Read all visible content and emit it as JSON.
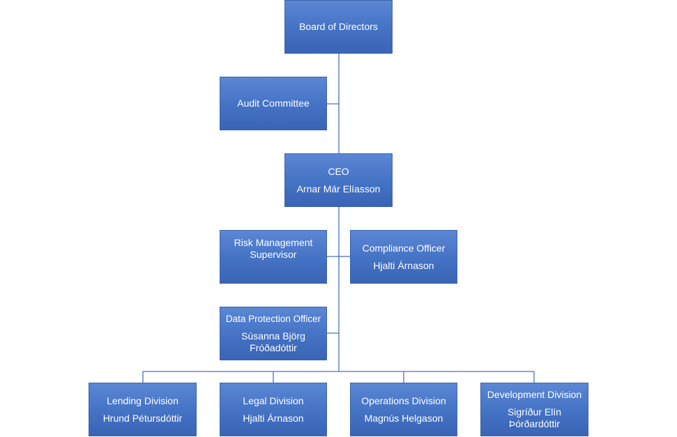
{
  "org": {
    "board": {
      "title": "Board of Directors"
    },
    "audit": {
      "title": "Audit Committee"
    },
    "ceo": {
      "title": "CEO",
      "name": "Arnar Már Elíasson"
    },
    "risk": {
      "title": "Risk Management Supervisor"
    },
    "compliance": {
      "title": "Compliance Officer",
      "name": "Hjalti Árnason"
    },
    "dpo": {
      "title": "Data Protection Officer",
      "name": "Súsanna Björg Fróðadóttir"
    },
    "lending": {
      "title": "Lending Division",
      "name": "Hrund Pétursdóttir"
    },
    "legal": {
      "title": "Legal Division",
      "name": "Hjalti Árnason"
    },
    "operations": {
      "title": "Operations Division",
      "name": "Magnús Helgason"
    },
    "development": {
      "title": "Development Division",
      "name": "Sigríður Elín Þórðardóttir"
    }
  },
  "colors": {
    "box": "#4472c4",
    "line": "#4472c4"
  }
}
